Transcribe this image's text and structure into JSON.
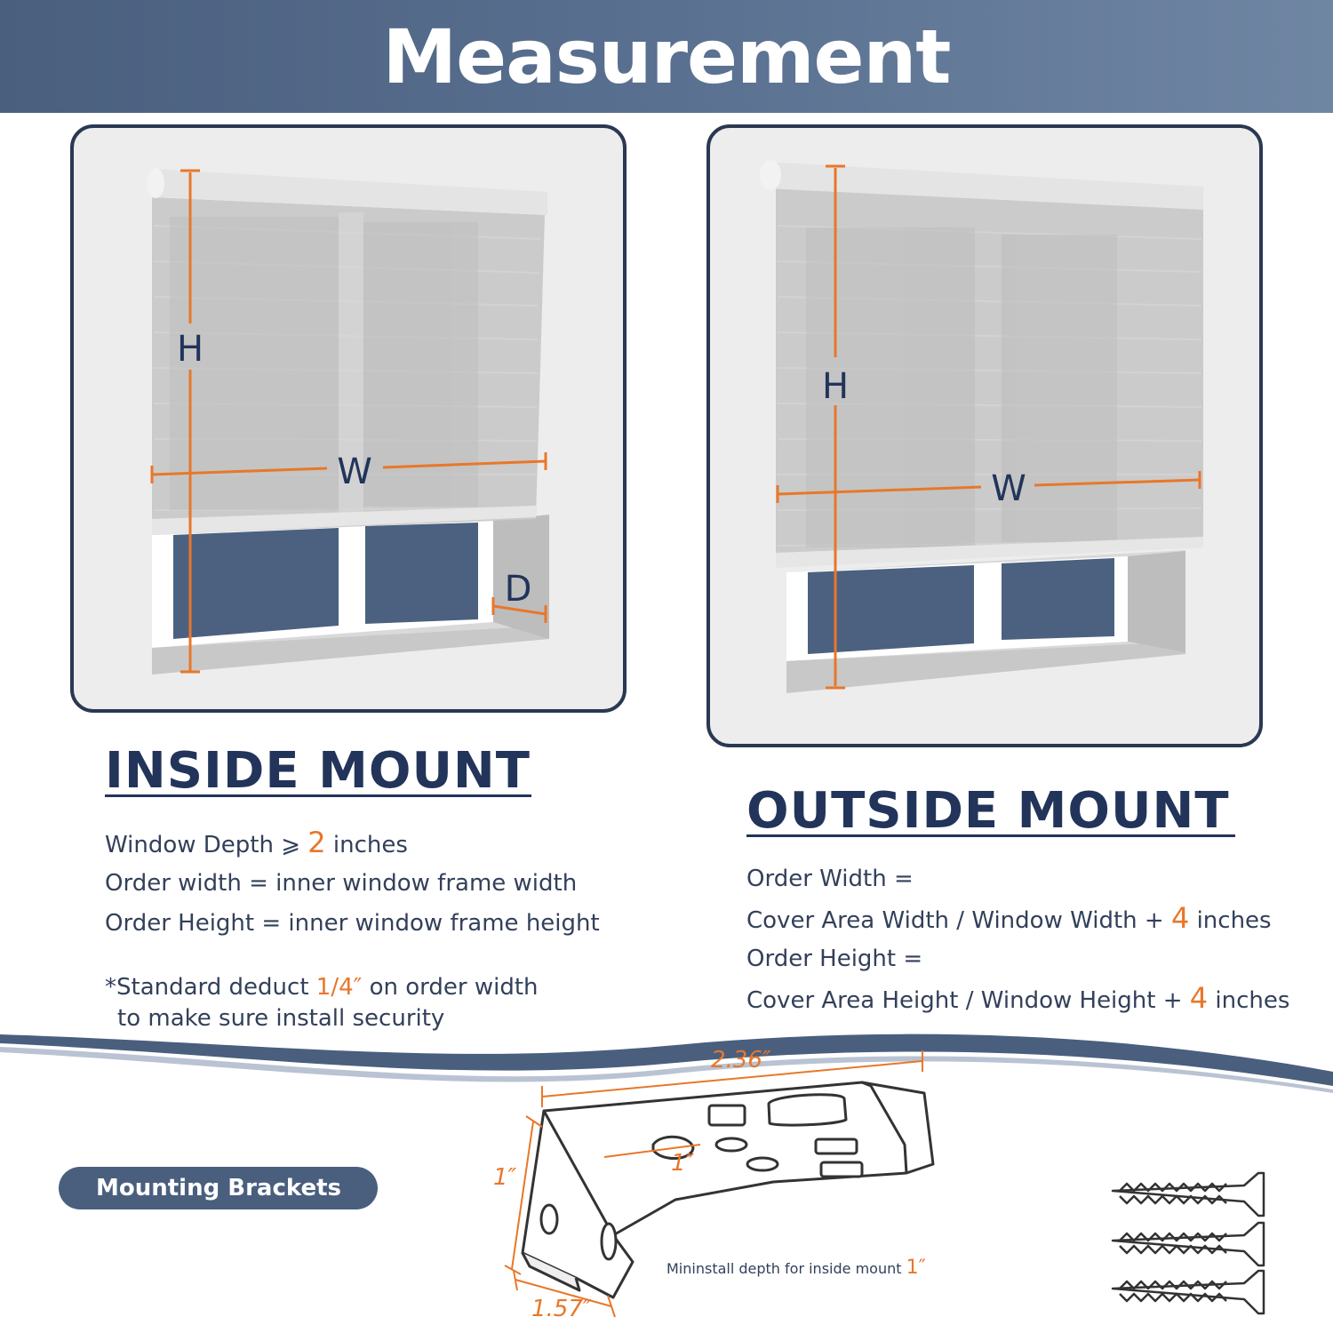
{
  "banner": {
    "title": "Measurement"
  },
  "inside": {
    "heading": "INSIDE MOUNT",
    "labels": {
      "h": "H",
      "w": "W",
      "d": "D"
    },
    "line1_pre": "Window Depth ⩾ ",
    "line1_num": "2",
    "line1_post": " inches",
    "line2": "Order width = inner window frame width",
    "line3": "Order Height = inner window frame height",
    "note_pre": "*Standard deduct ",
    "note_num": "1/4″",
    "note_post": " on order width",
    "note_line2": "to make sure install security"
  },
  "outside": {
    "heading": "OUTSIDE MOUNT",
    "labels": {
      "h": "H",
      "w": "W"
    },
    "line1": "Order Width =",
    "line2_pre": "Cover Area Width /  Window Width + ",
    "line2_num": "4",
    "line2_post": " inches",
    "line3": "Order Height =",
    "line4_pre": "Cover Area Height / Window Height + ",
    "line4_num": "4",
    "line4_post": " inches"
  },
  "brackets": {
    "label": "Mounting Brackets",
    "dim_width": "2.36″",
    "dim_depth": "1″",
    "dim_height": "1″",
    "dim_base": "1.57″",
    "min_depth_pre": "Mininstall depth for inside mount ",
    "min_depth_num": "1″"
  },
  "colors": {
    "accent": "#e8772a",
    "navy": "#22345a",
    "banner": "#4a5f7e",
    "window": "#4c6180"
  }
}
